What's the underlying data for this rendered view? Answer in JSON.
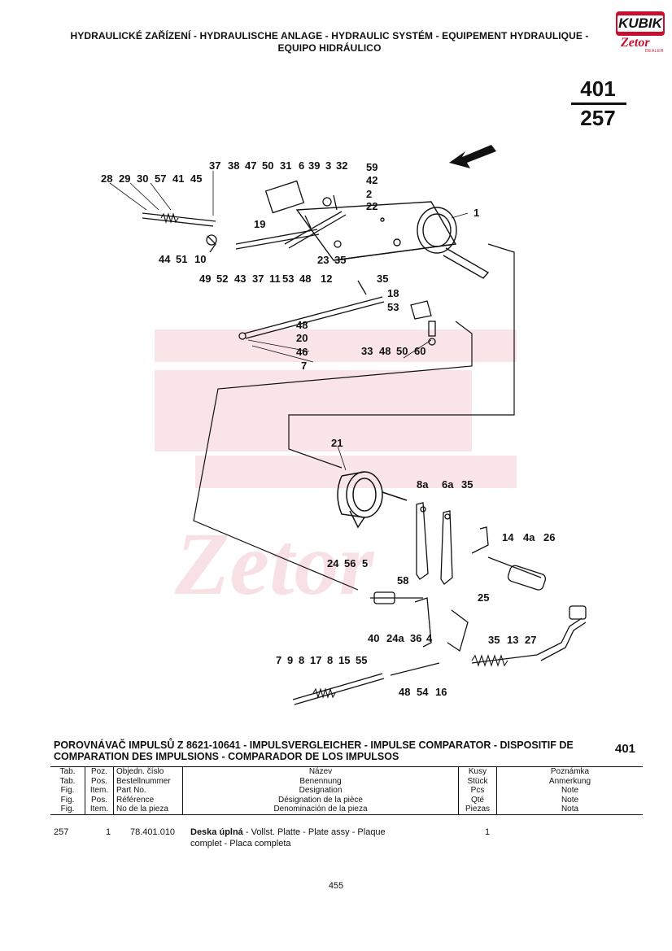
{
  "header": {
    "line1": "HYDRAULICKÉ ZAŘÍZENÍ - HYDRAULISCHE ANLAGE - HYDRAULIC SYSTÉM - EQUIPEMENT HYDRAULIQUE -",
    "line2": "EQUIPO HIDRÁULICO"
  },
  "logo": {
    "brand": "KUBIK",
    "sub": "Zetor",
    "tag": "DEALER"
  },
  "page_ref": {
    "group": "401",
    "table": "257"
  },
  "diagram": {
    "labels": [
      "37",
      "38",
      "47",
      "50",
      "31",
      "6",
      "39",
      "3",
      "32",
      "59",
      "42",
      "2",
      "22",
      "28",
      "29",
      "30",
      "57",
      "41",
      "45",
      "1",
      "19",
      "44",
      "51",
      "10",
      "23",
      "35",
      "49",
      "52",
      "43",
      "37",
      "11",
      "53",
      "48",
      "12",
      "35",
      "18",
      "53",
      "48",
      "20",
      "33",
      "48",
      "50",
      "60",
      "46",
      "7",
      "21",
      "8a",
      "6a",
      "35",
      "14",
      "4a",
      "26",
      "24",
      "56",
      "5",
      "58",
      "25",
      "40",
      "24a",
      "36",
      "4",
      "35",
      "13",
      "27",
      "7",
      "9",
      "8",
      "17",
      "8",
      "15",
      "55",
      "48",
      "54",
      "16"
    ]
  },
  "section": {
    "title": "POROVNÁVAČ IMPULSŮ Z 8621-10641 - IMPULSVERGLEICHER - IMPULSE COMPARATOR - DISPOSITIF DE COMPARATION DES IMPULSIONS - COMPARADOR DE LOS IMPULSOS",
    "number": "401"
  },
  "table_header": {
    "rows": [
      [
        "Tab.",
        "Poz.",
        "Objedn. číslo",
        "Název",
        "Kusy",
        "Poznámka"
      ],
      [
        "Tab.",
        "Pos.",
        "Bestellnummer",
        "Benennung",
        "Stück",
        "Anmerkung"
      ],
      [
        "Fig.",
        "Item.",
        "Part No.",
        "Designation",
        "Pcs",
        "Note"
      ],
      [
        "Fig.",
        "Pos.",
        "Référence",
        "Désignation de la pièce",
        "Qté",
        "Note"
      ],
      [
        "Fig.",
        "Item.",
        "No de la pieza",
        "Denominación de la pieza",
        "Piezas",
        "Nota"
      ]
    ]
  },
  "parts": [
    {
      "tab": "257",
      "pos": "1",
      "part_no": "78.401.010",
      "name_bold": "Deska úplná",
      "name_rest": " - Vollst. Platte - Plate assy - Plaque",
      "name_line2": "complet - Placa completa",
      "qty": "1"
    }
  ],
  "footer": {
    "page": "455"
  }
}
